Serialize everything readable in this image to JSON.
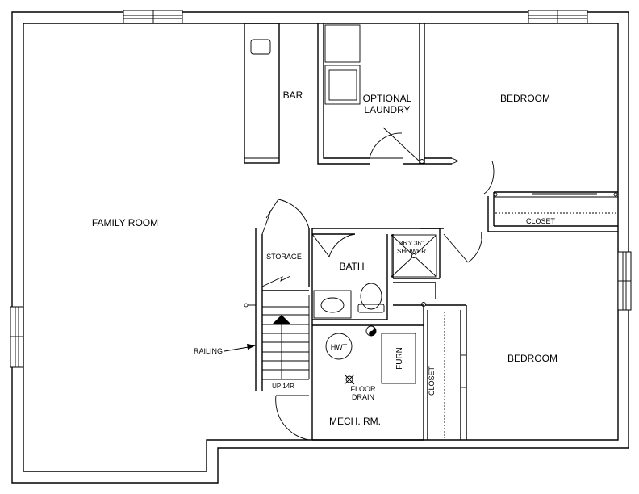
{
  "plan": {
    "rooms": {
      "family_room": "FAMILY ROOM",
      "bar": "BAR",
      "optional_laundry_line1": "OPTIONAL",
      "optional_laundry_line2": "LAUNDRY",
      "bedroom_top": "BEDROOM",
      "bedroom_bottom": "BEDROOM",
      "closet_top": "CLOSET",
      "closet_side": "CLOSET",
      "storage": "STORAGE",
      "bath": "BATH",
      "mech_room": "MECH. RM."
    },
    "fixtures": {
      "shower_line1": "36\"x 36\"",
      "shower_line2": "SHOWER",
      "hwt": "HWT",
      "furn": "FURN",
      "floor_drain_line1": "FLOOR",
      "floor_drain_line2": "DRAIN"
    },
    "annotations": {
      "railing": "RAILING",
      "stair": "UP 14R"
    }
  }
}
